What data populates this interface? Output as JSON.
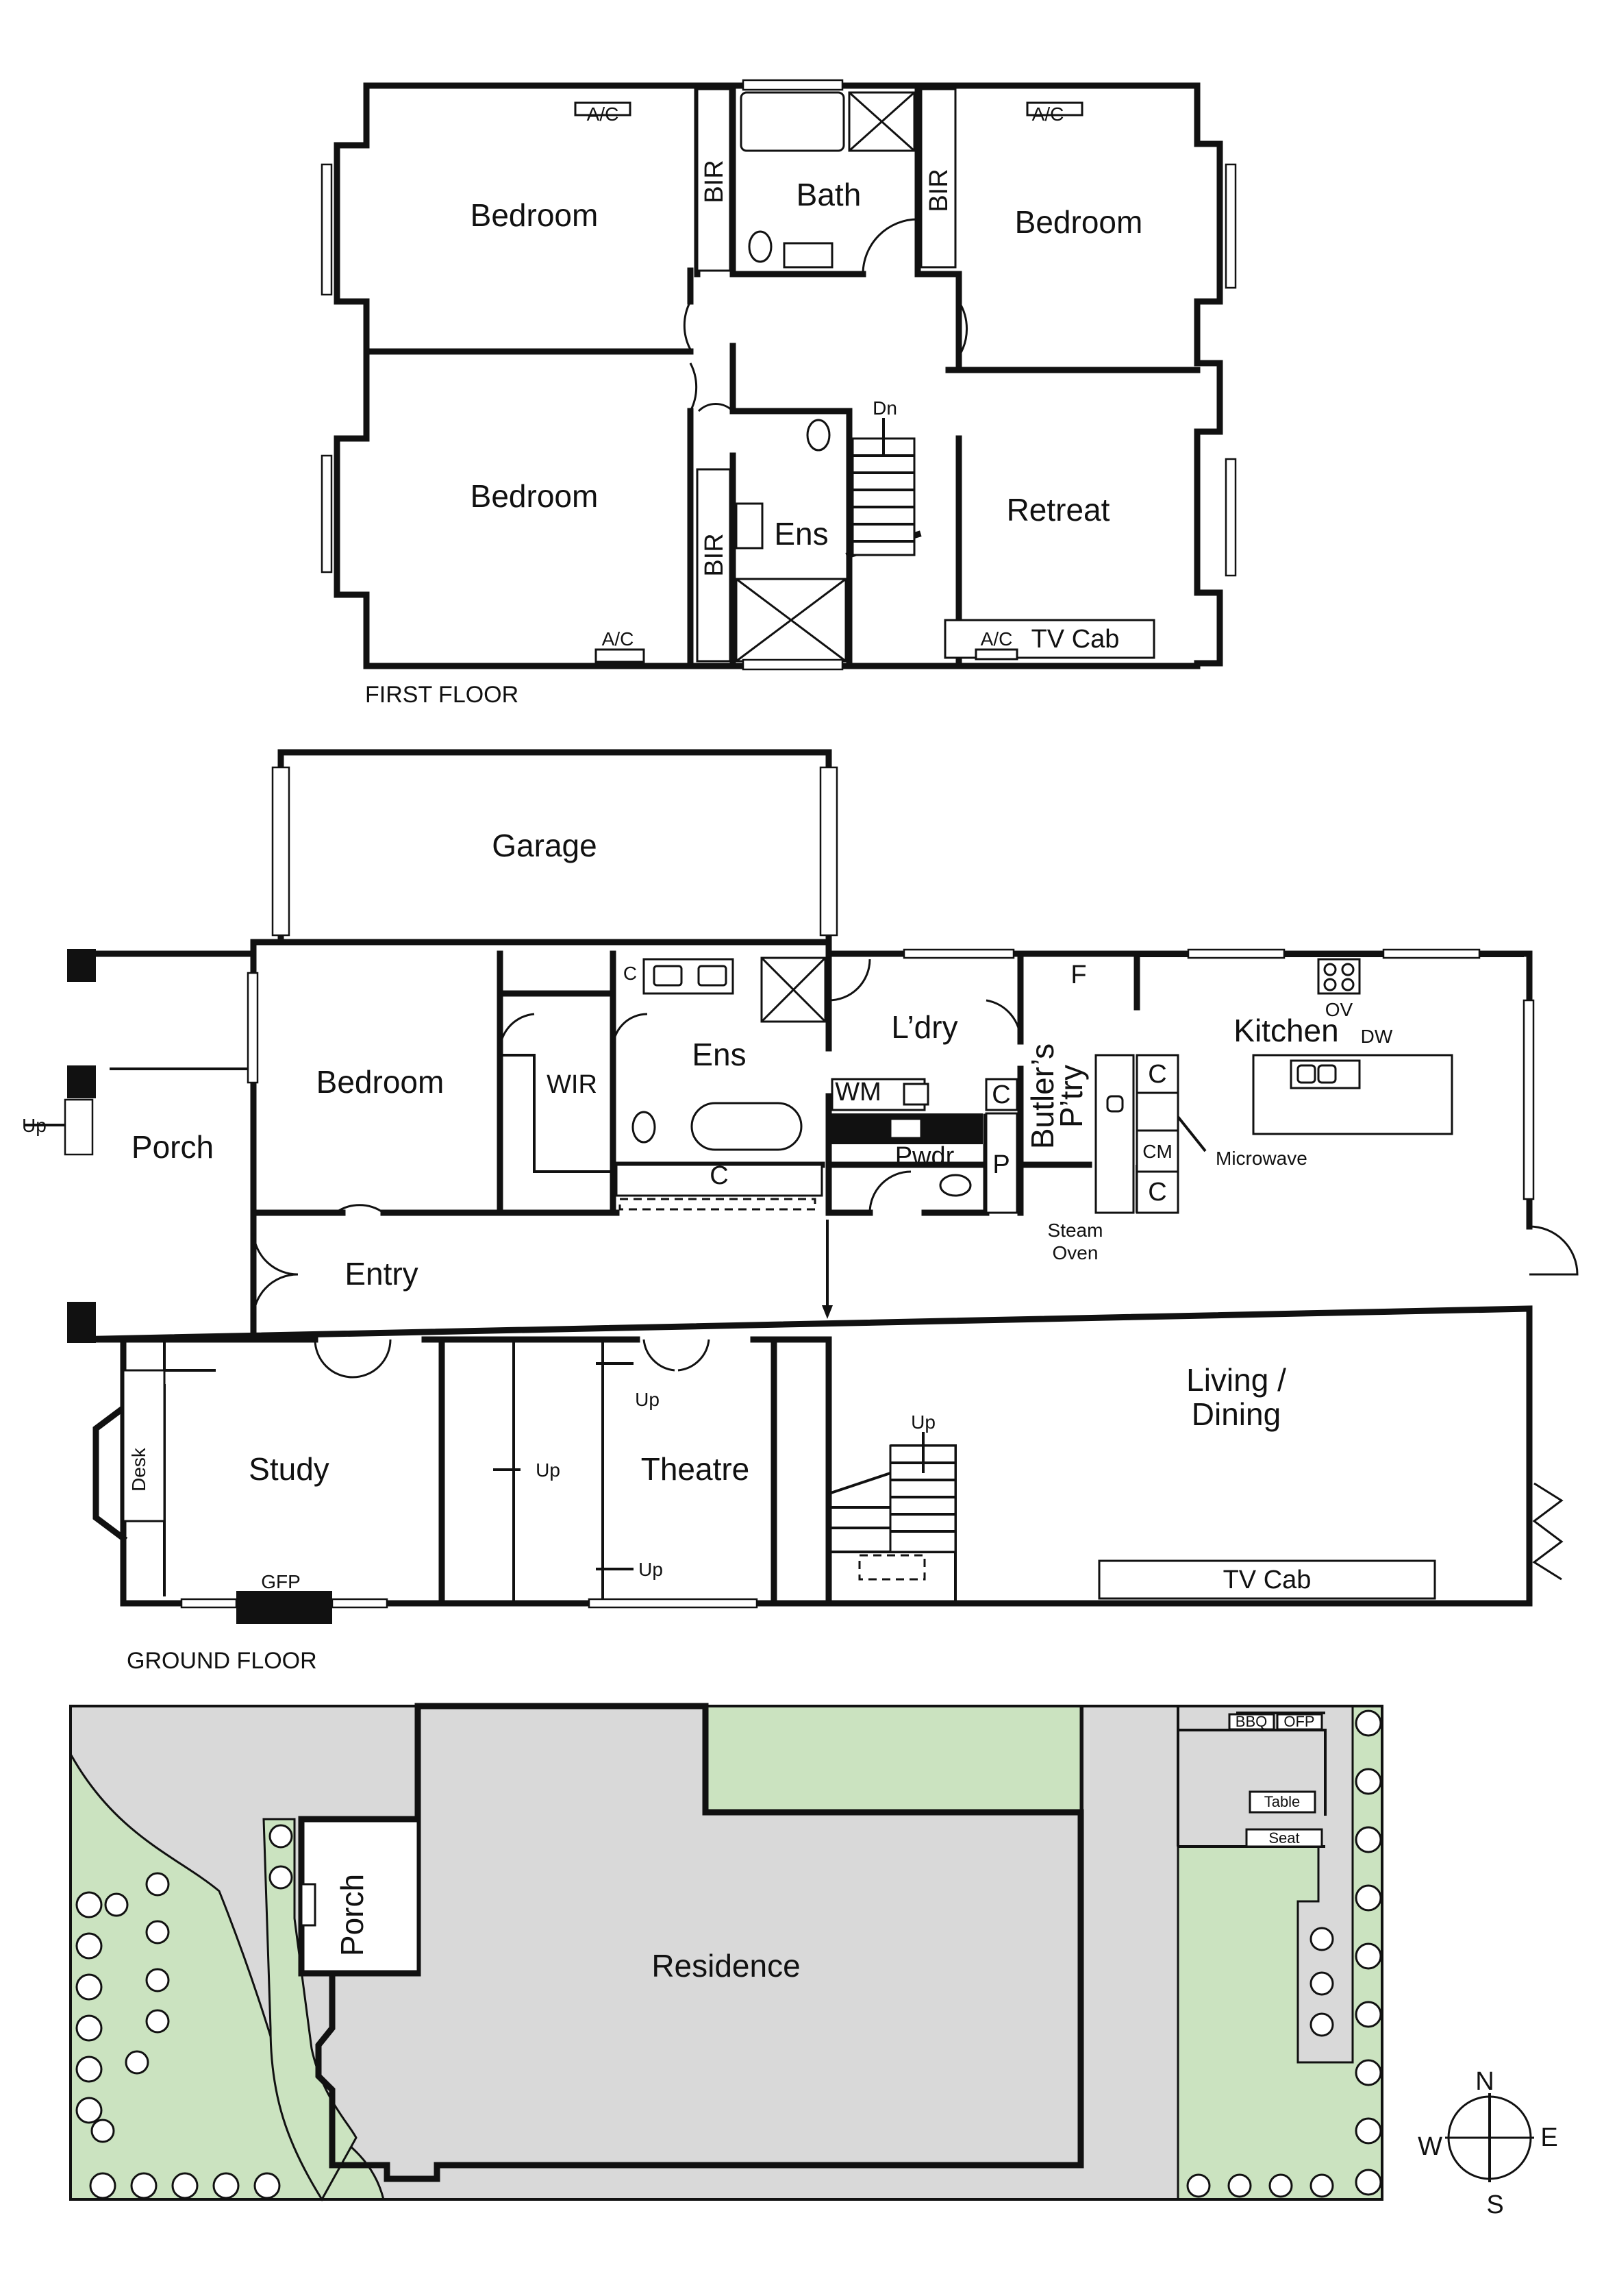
{
  "first_floor": {
    "label": "FIRST FLOOR",
    "rooms": {
      "bedroom_nw": "Bedroom",
      "bedroom_ne": "Bedroom",
      "bedroom_sw": "Bedroom",
      "bath": "Bath",
      "ensuite": "Ens",
      "retreat": "Retreat",
      "bir_1": "BIR",
      "bir_2": "BIR",
      "bir_3": "BIR"
    },
    "fixtures": {
      "ac_1": "A/C",
      "ac_2": "A/C",
      "ac_3": "A/C",
      "ac_4": "A/C",
      "tv_cab": "TV Cab",
      "stairs_dn": "Dn"
    }
  },
  "ground_floor": {
    "label": "GROUND FLOOR",
    "rooms": {
      "garage": "Garage",
      "porch": "Porch",
      "bedroom": "Bedroom",
      "wir": "WIR",
      "ensuite": "Ens",
      "laundry": "L’dry",
      "butlers_pantry_1": "Butler’s",
      "butlers_pantry_2": "P’try",
      "kitchen": "Kitchen",
      "powder": "Pwdr",
      "entry": "Entry",
      "living_1": "Living /",
      "living_2": "Dining",
      "study": "Study",
      "theatre": "Theatre"
    },
    "fixtures": {
      "up_porch": "Up",
      "c_ens_top": "C",
      "c_ens_bottom": "C",
      "c_butler": "C",
      "c_kitchen_1": "C",
      "c_kitchen_2": "C",
      "cm": "CM",
      "wm": "WM",
      "p": "P",
      "f": "F",
      "ov": "OV",
      "dw": "DW",
      "microwave": "Microwave",
      "steam_oven_1": "Steam",
      "steam_oven_2": "Oven",
      "desk": "Desk",
      "gfp": "GFP",
      "up_theatre_1": "Up",
      "up_theatre_2": "Up",
      "up_theatre_3": "Up",
      "up_stairs": "Up",
      "tv_cab": "TV Cab"
    }
  },
  "site": {
    "porch": "Porch",
    "residence": "Residence",
    "bbq": "BBQ",
    "ofp": "OFP",
    "table": "Table",
    "seat": "Seat"
  },
  "compass": {
    "n": "N",
    "e": "E",
    "s": "S",
    "w": "W"
  },
  "colors": {
    "lawn": "#cbe3c0",
    "paving": "#d9d9d9",
    "walls": "#111111"
  }
}
